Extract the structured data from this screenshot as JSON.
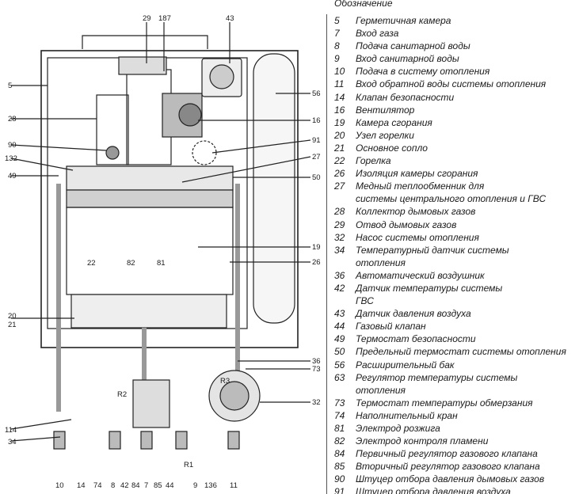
{
  "legend": {
    "title": "Обозначение",
    "items": [
      {
        "num": "5",
        "text": "Герметичная камера"
      },
      {
        "num": "7",
        "text": "Вход газа"
      },
      {
        "num": "8",
        "text": "Подача санитарной воды"
      },
      {
        "num": "9",
        "text": "Вход санитарной воды"
      },
      {
        "num": "10",
        "text": "Подача в систему отопления"
      },
      {
        "num": "11",
        "text": "Вход обратной воды системы отопления"
      },
      {
        "num": "14",
        "text": "Клапан безопасности"
      },
      {
        "num": "16",
        "text": "Вентилятор"
      },
      {
        "num": "19",
        "text": "Камера сгорания"
      },
      {
        "num": "20",
        "text": "Узел горелки"
      },
      {
        "num": "21",
        "text": "Основное сопло"
      },
      {
        "num": "22",
        "text": "Горелка"
      },
      {
        "num": "26",
        "text": "Изоляция камеры сгорания"
      },
      {
        "num": "27",
        "text": "Медный теплообменник для"
      },
      {
        "num": "",
        "text": "системы центрального отопления и ГВС"
      },
      {
        "num": "28",
        "text": "Коллектор дымовых газов"
      },
      {
        "num": "29",
        "text": "Отвод дымовых газов"
      },
      {
        "num": "32",
        "text": "Насос системы отопления"
      },
      {
        "num": "34",
        "text": "Температурный датчик системы"
      },
      {
        "num": "",
        "text": "отопления"
      },
      {
        "num": "36",
        "text": "Автоматический воздушник"
      },
      {
        "num": "42",
        "text": "Датчик температуры системы"
      },
      {
        "num": "",
        "text": "ГВС"
      },
      {
        "num": "43",
        "text": "Датчик давления воздуха"
      },
      {
        "num": "44",
        "text": "Газовый клапан"
      },
      {
        "num": "49",
        "text": "Термостат безопасности"
      },
      {
        "num": "50",
        "text": "Предельный термостат системы отопления"
      },
      {
        "num": "56",
        "text": "Расширительный бак"
      },
      {
        "num": "63",
        "text": "Регулятор температуры системы"
      },
      {
        "num": "",
        "text": "отопления"
      },
      {
        "num": "73",
        "text": "Термостат температуры обмерзания"
      },
      {
        "num": "74",
        "text": "Наполнительный кран"
      },
      {
        "num": "81",
        "text": "Электрод розжига"
      },
      {
        "num": "82",
        "text": "Электрод контроля пламени"
      },
      {
        "num": "84",
        "text": "Первичный регулятор газового клапана"
      },
      {
        "num": "85",
        "text": "Вторичный регулятор газового клапана"
      },
      {
        "num": "90",
        "text": "Штуцер отбора давления дымовых газов"
      },
      {
        "num": "91",
        "text": "Штуцер отбора давления воздуха"
      }
    ]
  },
  "diagram": {
    "top_callouts": [
      "29",
      "187",
      "43"
    ],
    "left_callouts": [
      "5",
      "28",
      "90",
      "132",
      "49",
      "20",
      "21",
      "114",
      "34"
    ],
    "right_callouts": [
      "56",
      "16",
      "91",
      "27",
      "50",
      "19",
      "26",
      "36",
      "73",
      "32"
    ],
    "inner_callouts": [
      "22",
      "82",
      "81",
      "R2",
      "R3",
      "R1"
    ],
    "bottom_callouts": [
      "10",
      "14",
      "74",
      "8",
      "42",
      "84",
      "7",
      "85",
      "44",
      "9",
      "136",
      "11"
    ]
  }
}
